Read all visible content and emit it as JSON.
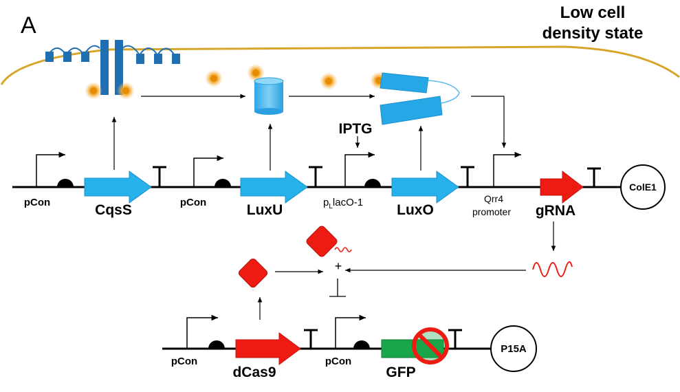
{
  "panel_letter": "A",
  "state_title": {
    "line1": "Low cell",
    "line2": "density state"
  },
  "plasmid1": {
    "promoter1": "pCon",
    "gene1": "CqsS",
    "promoter2": "pCon",
    "gene2": "LuxU",
    "promoter3_main": "p",
    "promoter3_sub": "L",
    "promoter3_rest": "lacO-1",
    "gene3": "LuxO",
    "promoter4_line1": "Qrr4",
    "promoter4_line2": "promoter",
    "gene4": "gRNA",
    "origin": "ColE1",
    "inducer": "IPTG"
  },
  "plasmid2": {
    "promoter1": "pCon",
    "gene1": "dCas9",
    "promoter2": "pCon",
    "gene2": "GFP",
    "origin": "P15A"
  },
  "complex_plus": "+",
  "colors": {
    "membrane": "#d7a52a",
    "receptor": "#1f6fb2",
    "lightblue_gene": "#27b1ea",
    "red": "#ee1b12",
    "green": "#1aa64a",
    "autoinducer": "#f0a11e"
  }
}
